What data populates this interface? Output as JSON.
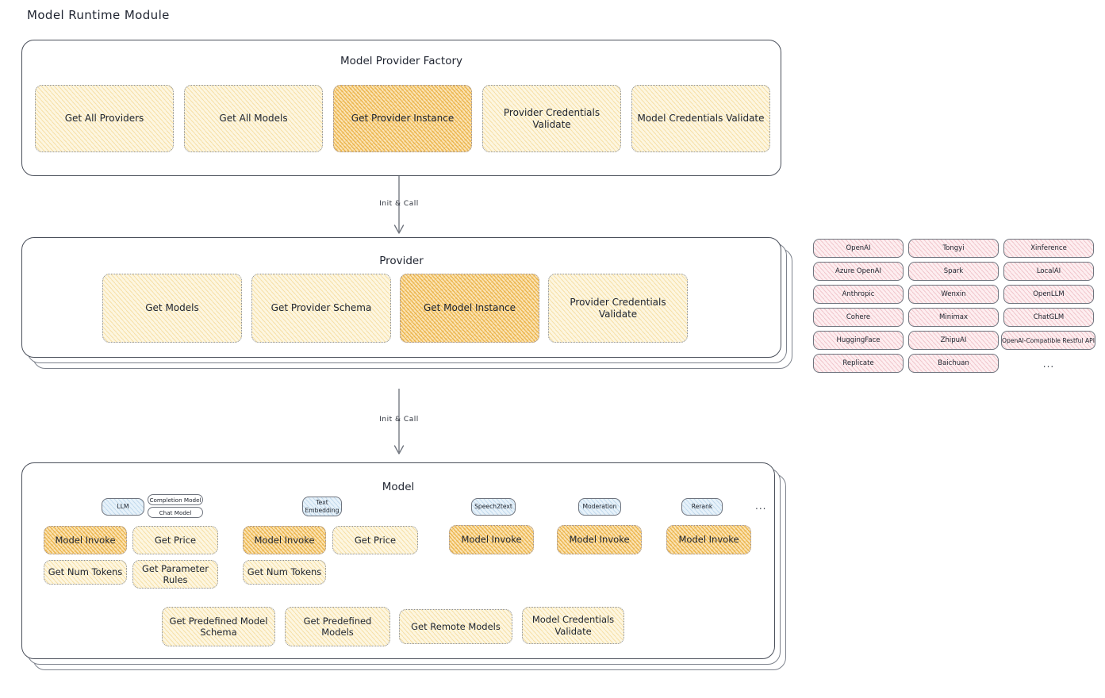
{
  "page": {
    "title": "Model Runtime Module"
  },
  "factory": {
    "title": "Model Provider Factory",
    "nodes": [
      {
        "label": "Get All Providers",
        "highlight": false
      },
      {
        "label": "Get All Models",
        "highlight": false
      },
      {
        "label": "Get Provider Instance",
        "highlight": true
      },
      {
        "label": "Provider Credentials Validate",
        "highlight": false
      },
      {
        "label": "Model Credentials Validate",
        "highlight": false
      }
    ]
  },
  "arrows": [
    {
      "label": "Init & Call"
    },
    {
      "label": "Init & Call"
    }
  ],
  "provider": {
    "title": "Provider",
    "nodes": [
      {
        "label": "Get Models",
        "highlight": false
      },
      {
        "label": "Get Provider Schema",
        "highlight": false
      },
      {
        "label": "Get Model Instance",
        "highlight": true
      },
      {
        "label": "Provider Credentials Validate",
        "highlight": false
      }
    ]
  },
  "provider_list": {
    "columns": [
      [
        "OpenAI",
        "Azure OpenAI",
        "Anthropic",
        "Cohere",
        "HuggingFace",
        "Replicate"
      ],
      [
        "Tongyi",
        "Spark",
        "Wenxin",
        "Minimax",
        "ZhipuAI",
        "Baichuan"
      ],
      [
        "Xinference",
        "LocalAI",
        "OpenLLM",
        "ChatGLM",
        "OpenAI-Compatible Restful API"
      ]
    ],
    "more": "..."
  },
  "model": {
    "title": "Model",
    "more": "...",
    "types": [
      {
        "name": "LLM",
        "subtypes": [
          "Completion Model",
          "Chat Model"
        ],
        "methods": [
          {
            "label": "Model Invoke",
            "highlight": true
          },
          {
            "label": "Get Price",
            "highlight": false
          },
          {
            "label": "Get Num Tokens",
            "highlight": false
          },
          {
            "label": "Get Parameter Rules",
            "highlight": false
          }
        ]
      },
      {
        "name": "Text Embedding",
        "subtypes": [],
        "methods": [
          {
            "label": "Model Invoke",
            "highlight": true
          },
          {
            "label": "Get Price",
            "highlight": false
          },
          {
            "label": "Get Num Tokens",
            "highlight": false
          }
        ]
      },
      {
        "name": "Speech2text",
        "subtypes": [],
        "methods": [
          {
            "label": "Model Invoke",
            "highlight": true
          }
        ]
      },
      {
        "name": "Moderation",
        "subtypes": [],
        "methods": [
          {
            "label": "Model Invoke",
            "highlight": true
          }
        ]
      },
      {
        "name": "Rerank",
        "subtypes": [],
        "methods": [
          {
            "label": "Model Invoke",
            "highlight": true
          }
        ]
      }
    ],
    "common_methods": [
      "Get Predefined Model Schema",
      "Get Predefined Models",
      "Get Remote Models",
      "Model Credentials Validate"
    ]
  },
  "colors": {
    "node_fill": "#fdf6e0",
    "node_hatch": "#f0cd78",
    "node_highlight_fill": "#fbe3b4",
    "node_highlight_hatch": "#e9ae3d",
    "provider_chip_fill": "#fdeef0",
    "provider_chip_hatch": "#e296a0",
    "type_chip_fill": "#e7f2fa",
    "type_chip_hatch": "#96bedc",
    "panel_border": "#4a4f5a",
    "text": "#1f2430",
    "background": "#ffffff"
  }
}
